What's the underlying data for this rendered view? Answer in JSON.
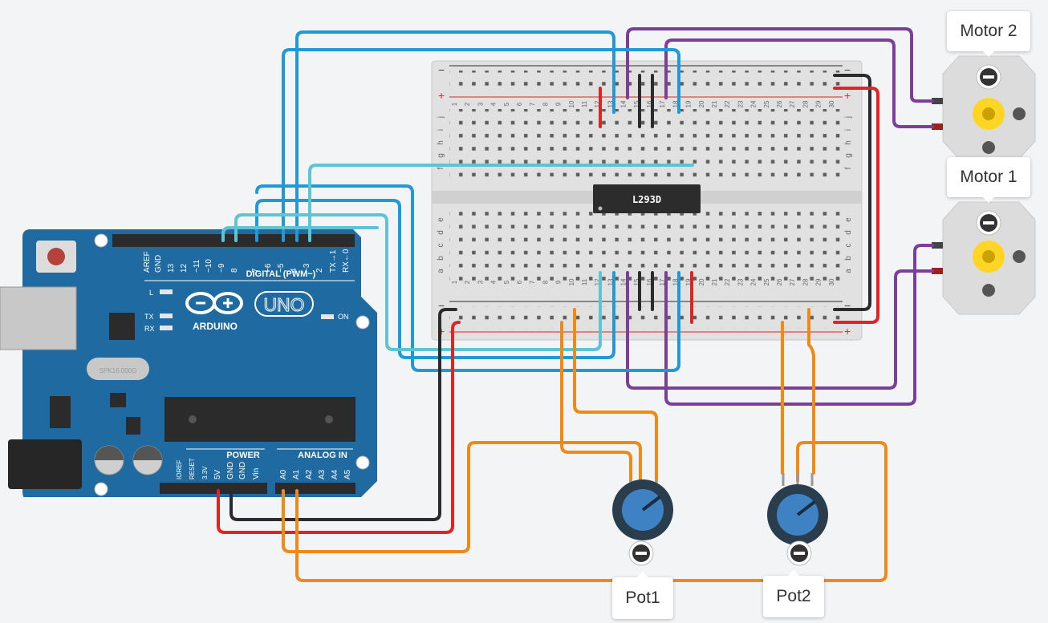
{
  "components": {
    "motor2_label": "Motor 2",
    "motor1_label": "Motor 1",
    "pot1_label": "Pot1",
    "pot2_label": "Pot2"
  },
  "arduino": {
    "brand": "ARDUINO",
    "model": "UNO",
    "digital_label": "DIGITAL (PWM~)",
    "power_label": "POWER",
    "analog_label": "ANALOG IN",
    "on_label": "ON",
    "led_l": "L",
    "led_tx": "TX",
    "led_rx": "RX",
    "crystal_label": "SPK16.000G",
    "digital_pins": [
      "AREF",
      "GND",
      "13",
      "12",
      "~11",
      "~10",
      "~9",
      "8",
      "7",
      "~6",
      "~5",
      "4",
      "~3",
      "2",
      "TX→1",
      "RX←0"
    ],
    "power_pins": [
      "IOREF",
      "RESET",
      "3.3V",
      "5V",
      "GND",
      "GND",
      "Vin"
    ],
    "analog_pins": [
      "A0",
      "A1",
      "A2",
      "A3",
      "A4",
      "A5"
    ]
  },
  "breadboard": {
    "chip_label": "L293D",
    "rail_minus": "−",
    "rail_plus": "+",
    "rows_top": [
      "j",
      "i",
      "h",
      "g",
      "f"
    ],
    "rows_bottom": [
      "e",
      "d",
      "c",
      "b",
      "a"
    ],
    "column_count": 30
  },
  "colors": {
    "wire_blue": "#1f9ad6",
    "wire_lightblue": "#5fc3d3",
    "wire_purple": "#7b3f98",
    "wire_orange": "#ef8a17",
    "wire_red": "#e02424",
    "wire_black": "#2b2b2b",
    "arduino_board": "#1f6aa0"
  },
  "icons": {
    "motor_terminal": "minus-circle-icon",
    "pot_terminal": "minus-circle-icon",
    "gear": "gear-icon"
  }
}
